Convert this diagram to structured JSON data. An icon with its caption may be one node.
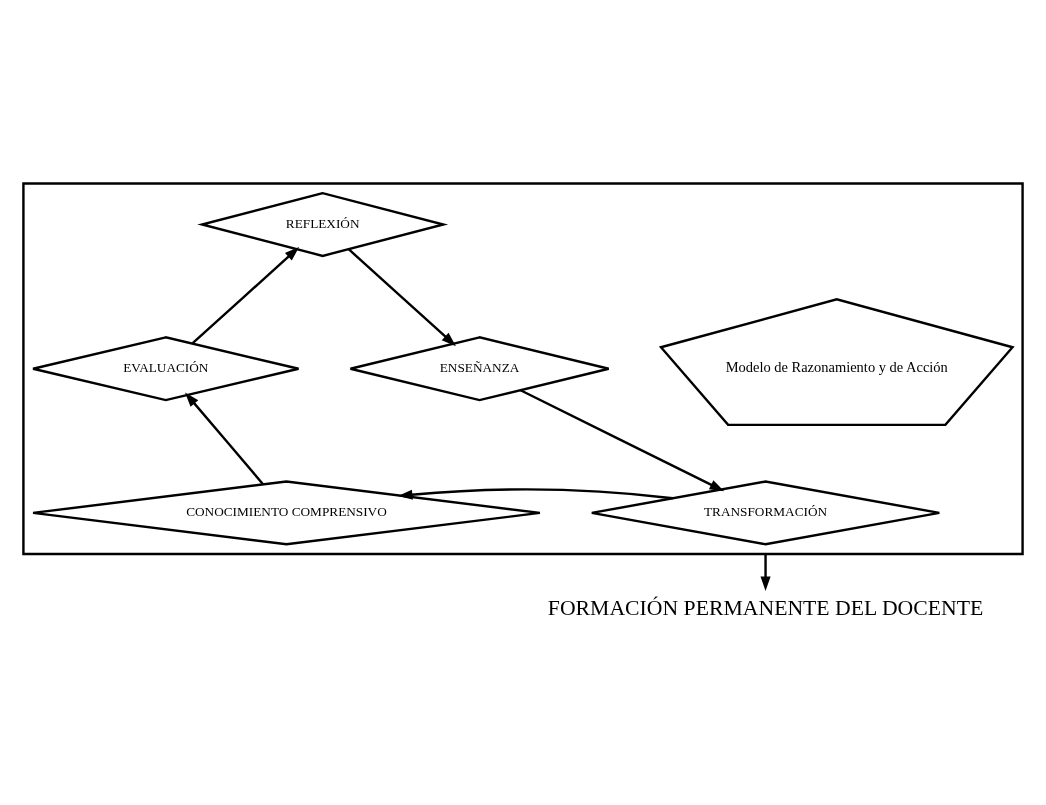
{
  "diagram": {
    "nodes": [
      {
        "text": [],
        "shape": "hexagon"
      },
      {
        "text": [
          "REFLEXIÓN"
        ],
        "in": 0
      },
      {
        "text": [
          "EVALUACIÓN"
        ],
        "in": 0
      },
      {
        "text": [
          "Modelo de Razonamiento y de Acción"
        ],
        "in": 0
      },
      {
        "text": [
          "ENSEÑANZA"
        ],
        "in": 0
      },
      {
        "text": [
          "CONOCIMIENTO COMPRENSIVO"
        ],
        "in": 0
      },
      {
        "text": [
          "TRANSFORMACIÓN"
        ],
        "in": 0
      },
      {
        "text": [
          "FORMACIÓN PERMANENTE DEL DOCENTE"
        ]
      }
    ],
    "edges": [
      {
        "from": 2,
        "to": 1,
        "arrow": "to"
      },
      {
        "from": 1,
        "to": 4,
        "arrow": "to"
      },
      {
        "from": 4,
        "to": 6,
        "arrow": "to"
      },
      {
        "from": 6,
        "to": 5,
        "arrow": "to"
      },
      {
        "from": 5,
        "to": 2,
        "arrow": "to"
      },
      {
        "from": 0,
        "to": 7,
        "arrow": "to"
      }
    ]
  }
}
